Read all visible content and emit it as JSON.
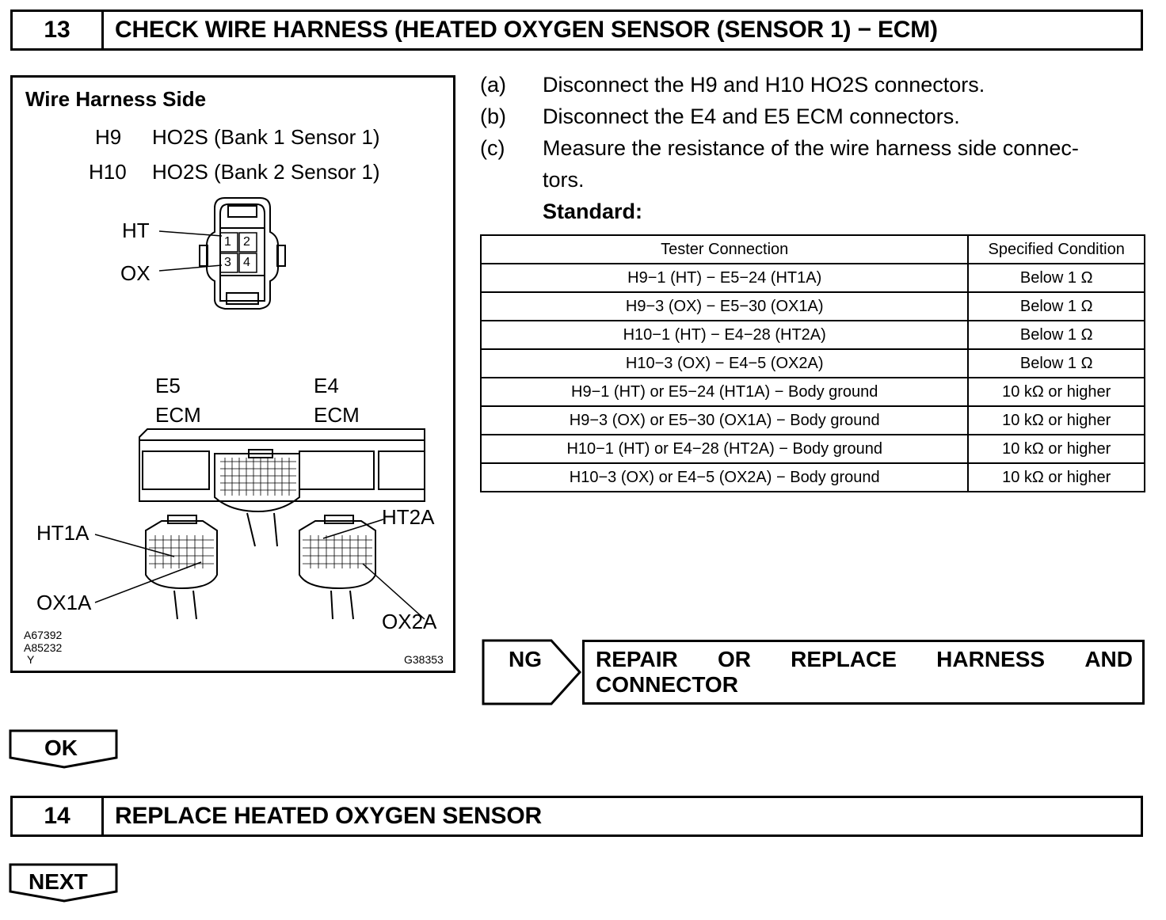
{
  "step13": {
    "number": "13",
    "title": "CHECK WIRE HARNESS (HEATED OXYGEN SENSOR (SENSOR 1) − ECM)"
  },
  "figure": {
    "heading": "Wire Harness Side",
    "conn1_id": "H9",
    "conn1_desc": "HO2S (Bank 1 Sensor 1)",
    "conn2_id": "H10",
    "conn2_desc": "HO2S (Bank 2 Sensor 1)",
    "label_ht": "HT",
    "label_ox": "OX",
    "pins": [
      "1",
      "2",
      "3",
      "4"
    ],
    "e5": "E5",
    "e4": "E4",
    "ecm1": "ECM",
    "ecm2": "ECM",
    "ht1a": "HT1A",
    "ox1a": "OX1A",
    "ht2a": "HT2A",
    "ox2a": "OX2A",
    "code1": "A67392",
    "code2": "A85232",
    "code3": "Y",
    "fig_code": "G38353"
  },
  "instructions": [
    {
      "label": "(a)",
      "text": "Disconnect the H9 and H10 HO2S connectors."
    },
    {
      "label": "(b)",
      "text": "Disconnect the E4 and E5 ECM connectors."
    },
    {
      "label": "(c)",
      "text": "Measure the resistance of the wire harness side connec-",
      "text2": "tors."
    }
  ],
  "standard_label": "Standard:",
  "table": {
    "headers": [
      "Tester Connection",
      "Specified Condition"
    ],
    "rows": [
      [
        "H9−1 (HT) − E5−24 (HT1A)",
        "Below 1 Ω"
      ],
      [
        "H9−3 (OX) − E5−30 (OX1A)",
        "Below 1 Ω"
      ],
      [
        "H10−1 (HT) − E4−28 (HT2A)",
        "Below 1 Ω"
      ],
      [
        "H10−3 (OX) − E4−5 (OX2A)",
        "Below 1 Ω"
      ],
      [
        "H9−1 (HT) or E5−24 (HT1A) − Body ground",
        "10 kΩ or higher"
      ],
      [
        "H9−3 (OX) or E5−30 (OX1A) − Body ground",
        "10 kΩ or higher"
      ],
      [
        "H10−1 (HT) or E4−28 (HT2A) − Body ground",
        "10 kΩ or higher"
      ],
      [
        "H10−3 (OX) or E4−5 (OX2A) − Body ground",
        "10 kΩ or higher"
      ]
    ]
  },
  "ng": {
    "label": "NG",
    "words": [
      "REPAIR",
      "OR",
      "REPLACE",
      "HARNESS",
      "AND"
    ],
    "line2": "CONNECTOR"
  },
  "ok_label": "OK",
  "step14": {
    "number": "14",
    "title": "REPLACE HEATED OXYGEN SENSOR"
  },
  "next_label": "NEXT"
}
